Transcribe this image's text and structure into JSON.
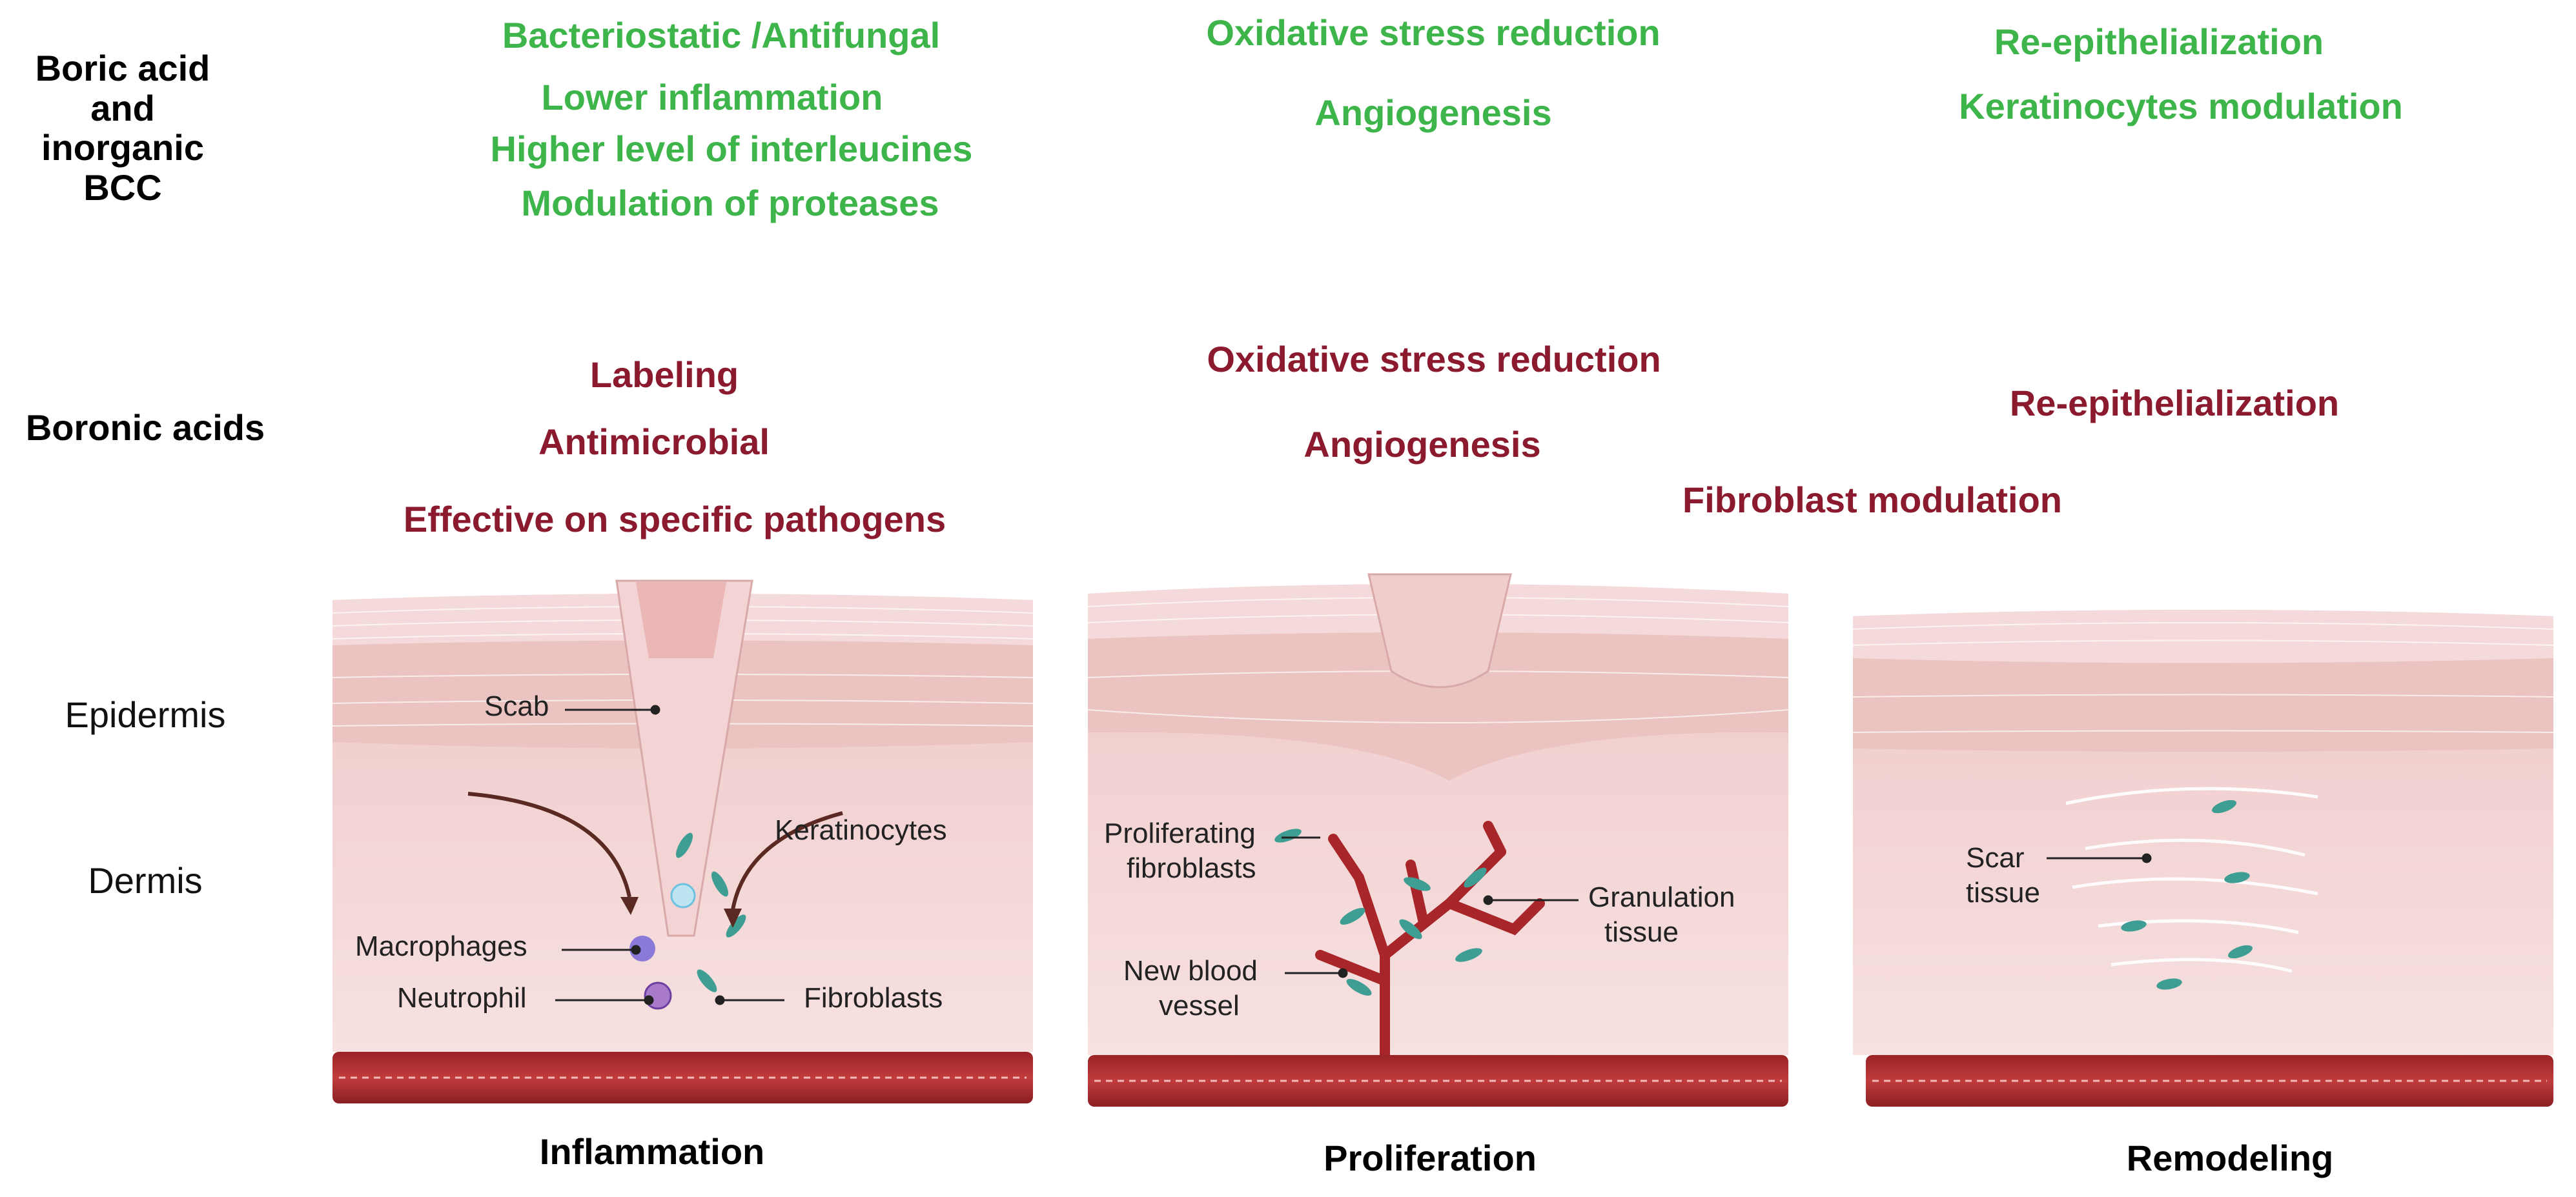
{
  "rows": {
    "boric": {
      "label_line1": "Boric acid",
      "label_line2": "and inorganic",
      "label_line3": "BCC"
    },
    "boronic": {
      "label": "Boronic acids"
    }
  },
  "boric_effects": {
    "inflammation": [
      "Bacteriostatic /Antifungal",
      "Lower inflammation",
      "Higher level of interleucines",
      "Modulation of proteases"
    ],
    "proliferation": [
      "Oxidative stress reduction",
      "Angiogenesis"
    ],
    "remodeling": [
      "Re-epithelialization",
      "Keratinocytes modulation"
    ]
  },
  "boronic_effects": {
    "inflammation": [
      "Labeling",
      "Antimicrobial",
      "Effective on specific pathogens"
    ],
    "proliferation": [
      "Oxidative stress reduction",
      "Angiogenesis"
    ],
    "remodeling": [
      "Re-epithelialization",
      "Fibroblast modulation"
    ]
  },
  "layers": {
    "epidermis": "Epidermis",
    "dermis": "Dermis"
  },
  "panels": {
    "inflammation": {
      "title": "Inflammation",
      "scab": "Scab",
      "keratinocytes": "Keratinocytes",
      "macrophages": "Macrophages",
      "neutrophil": "Neutrophil",
      "fibroblasts": "Fibroblasts"
    },
    "proliferation": {
      "title": "Proliferation",
      "prolif_line1": "Proliferating",
      "prolif_line2": "fibroblasts",
      "gran_line1": "Granulation",
      "gran_line2": "tissue",
      "vessel_line1": "New blood",
      "vessel_line2": "vessel"
    },
    "remodeling": {
      "title": "Remodeling",
      "scar_line1": "Scar",
      "scar_line2": "tissue"
    }
  },
  "colors": {
    "green_text": "#3db54a",
    "red_text": "#8b1a2e",
    "skin": "#eec9c6",
    "dermis": "#f6dcdc",
    "vessel": "#b22c2e"
  }
}
